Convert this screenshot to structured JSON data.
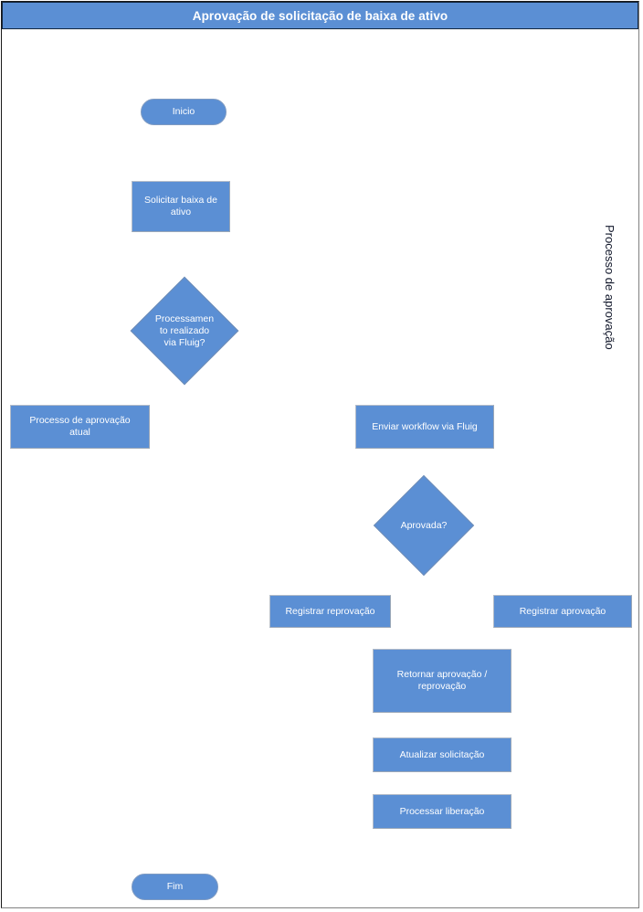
{
  "diagram": {
    "title": "Aprovação de solicitação de baixa de ativo",
    "lane_label": "Processo de aprovação",
    "colors": {
      "shape_fill": "#5B8FD4",
      "title_bar": "#5B8FD4",
      "shape_text": "#ffffff",
      "lane_text": "#12182b",
      "frame_border": "#808080",
      "canvas": "#ffffff"
    },
    "nodes": [
      {
        "id": "inicio",
        "label": "Inicio",
        "shape": "terminator"
      },
      {
        "id": "solicitar-baixa",
        "label": "Solicitar baixa de\nativo",
        "shape": "process"
      },
      {
        "id": "processamento-fluig",
        "label": "Processamen\nto realizado\nvia Fluig?",
        "shape": "decision"
      },
      {
        "id": "processo-atual",
        "label": "Processo de aprovação\natual",
        "shape": "process"
      },
      {
        "id": "enviar-workflow",
        "label": "Enviar workflow via Fluig",
        "shape": "process"
      },
      {
        "id": "aprovada",
        "label": "Aprovada?",
        "shape": "decision"
      },
      {
        "id": "registrar-reprovacao",
        "label": "Registrar reprovação",
        "shape": "process"
      },
      {
        "id": "registrar-aprovacao",
        "label": "Registrar aprovação",
        "shape": "process"
      },
      {
        "id": "retornar-aprovacao",
        "label": "Retornar aprovação /\nreprovação",
        "shape": "process"
      },
      {
        "id": "atualizar-solicitacao",
        "label": "Atualizar solicitação",
        "shape": "process"
      },
      {
        "id": "processar-liberacao",
        "label": "Processar liberação",
        "shape": "process"
      },
      {
        "id": "fim",
        "label": "Fim",
        "shape": "terminator"
      }
    ]
  }
}
